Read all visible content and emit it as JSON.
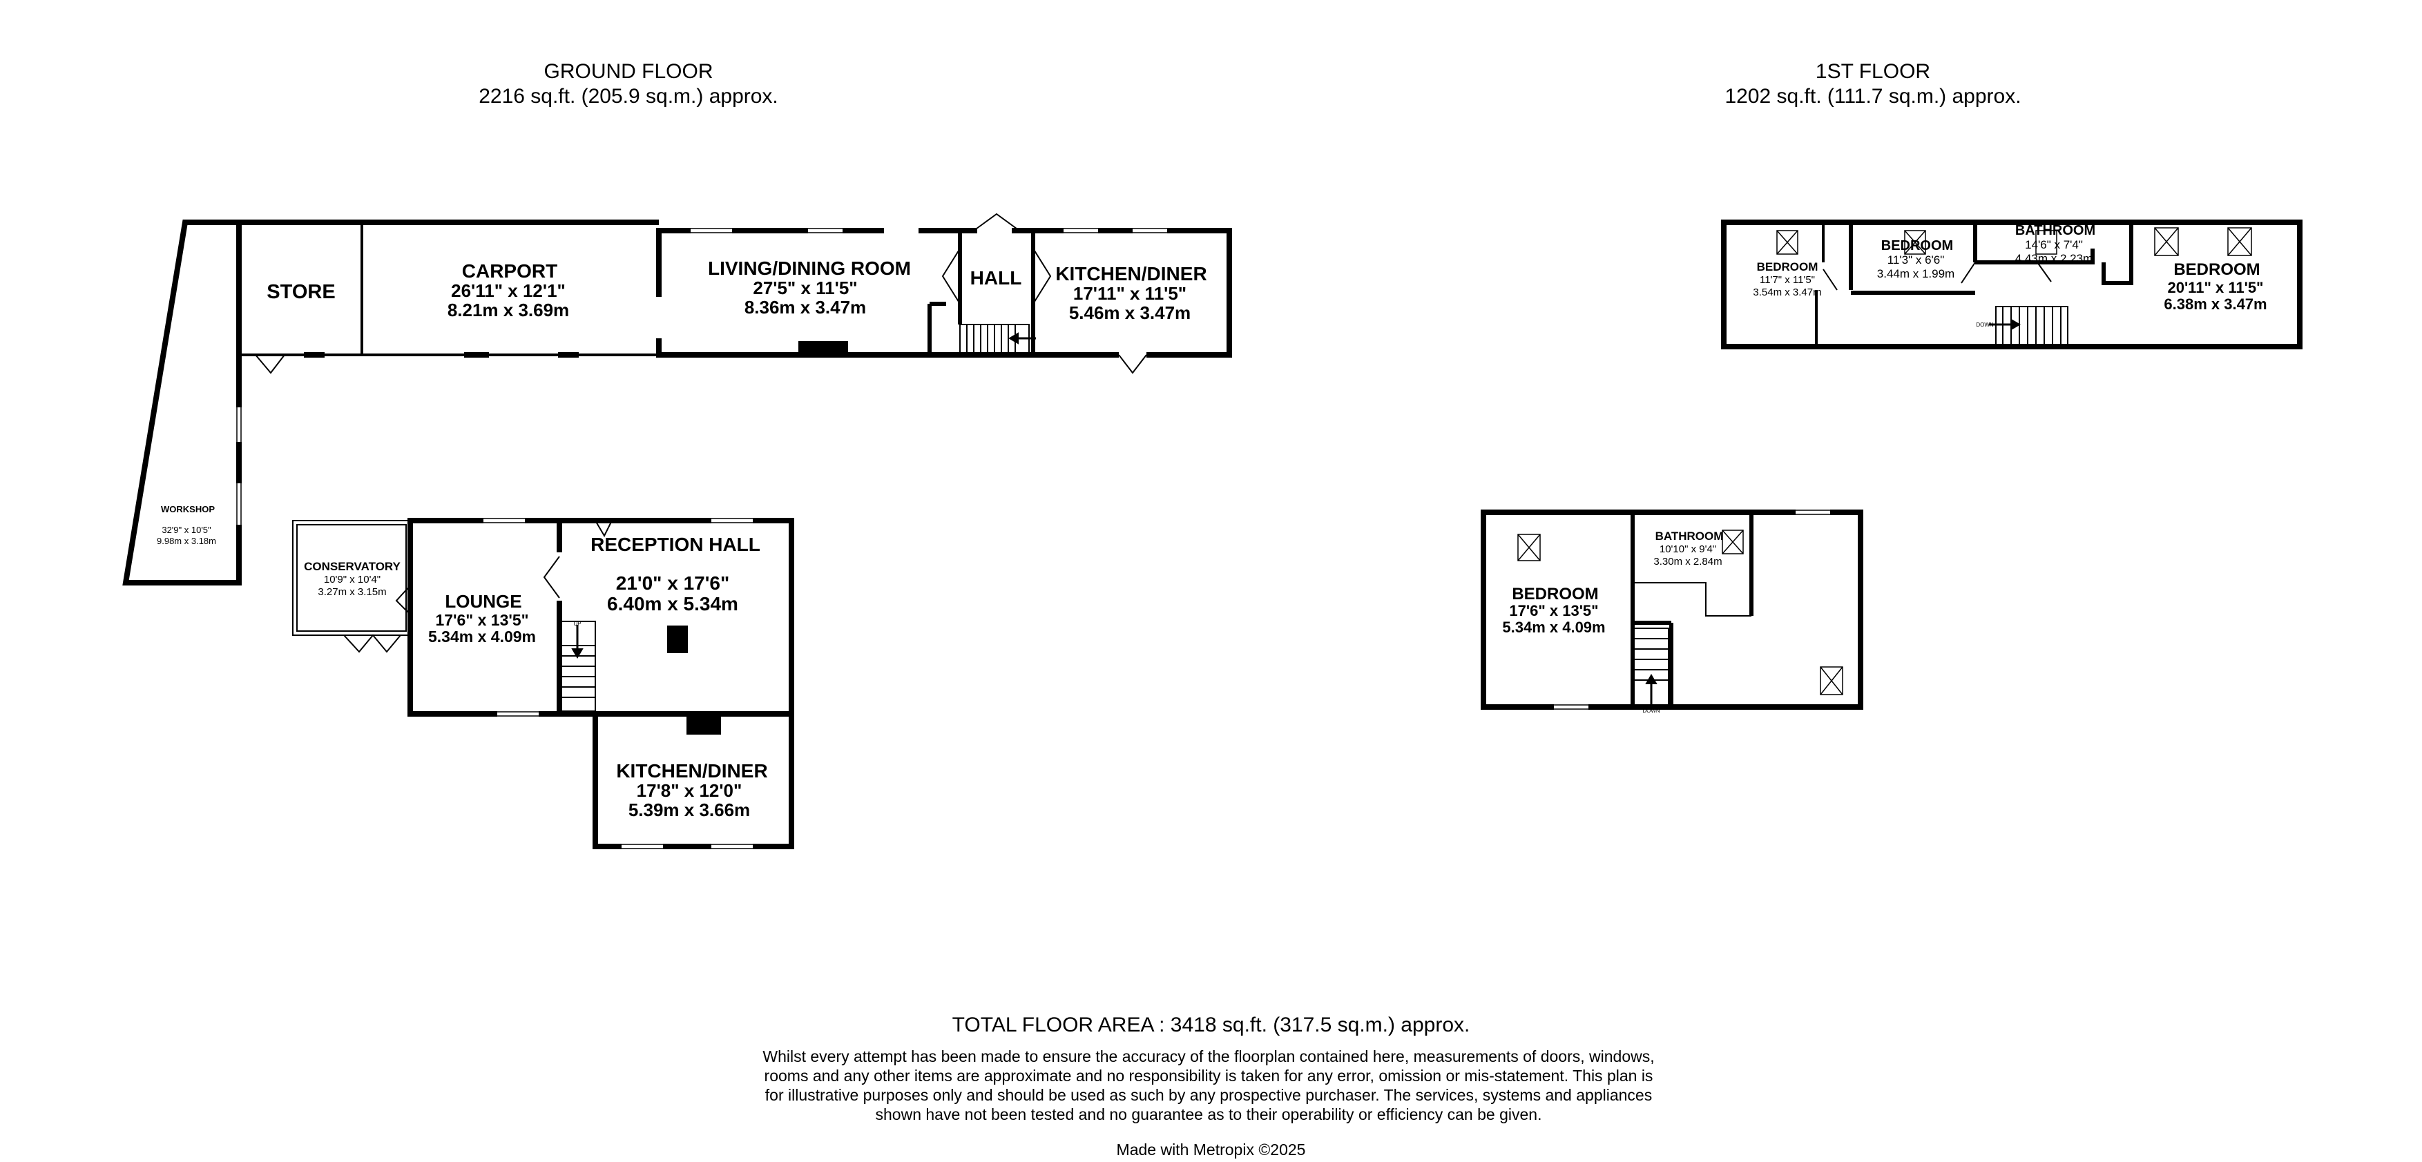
{
  "floors": {
    "ground": {
      "title": "GROUND FLOOR",
      "area": "2216 sq.ft. (205.9 sq.m.) approx."
    },
    "first": {
      "title": "1ST FLOOR",
      "area": "1202 sq.ft. (111.7 sq.m.) approx."
    }
  },
  "rooms": {
    "workshop": {
      "name": "WORKSHOP",
      "imperial": "32'9\"  x 10'5\"",
      "metric": "9.98m  x 3.18m"
    },
    "store": {
      "name": "STORE"
    },
    "carport": {
      "name": "CARPORT",
      "imperial": "26'11\"  x 12'1\"",
      "metric": "8.21m  x 3.69m"
    },
    "living": {
      "name": "LIVING/DINING ROOM",
      "imperial": "27'5\"  x 11'5\"",
      "metric": "8.36m  x 3.47m"
    },
    "hall": {
      "name": "HALL"
    },
    "kitchen1": {
      "name": "KITCHEN/DINER",
      "imperial": "17'11\"  x 11'5\"",
      "metric": "5.46m  x 3.47m"
    },
    "conservatory": {
      "name": "CONSERVATORY",
      "imperial": "10'9\"  x 10'4\"",
      "metric": "3.27m  x 3.15m"
    },
    "lounge": {
      "name": "LOUNGE",
      "imperial": "17'6\"  x 13'5\"",
      "metric": "5.34m  x 4.09m"
    },
    "reception": {
      "name": "RECEPTION HALL",
      "imperial": "21'0\"  x 17'6\"",
      "metric": "6.40m  x 5.34m"
    },
    "kitchen2": {
      "name": "KITCHEN/DINER",
      "imperial": "17'8\"  x 12'0\"",
      "metric": "5.39m  x 3.66m"
    },
    "bed1": {
      "name": "BEDROOM",
      "imperial": "11'7\"  x 11'5\"",
      "metric": "3.54m  x 3.47m"
    },
    "bed2": {
      "name": "BEDROOM",
      "imperial": "11'3\"  x 6'6\"",
      "metric": "3.44m  x 1.99m"
    },
    "bath1": {
      "name": "BATHROOM",
      "imperial": "14'6\"  x 7'4\"",
      "metric": "4.43m  x 2.23m"
    },
    "bed3": {
      "name": "BEDROOM",
      "imperial": "20'11\"  x 11'5\"",
      "metric": "6.38m  x 3.47m"
    },
    "bed4": {
      "name": "BEDROOM",
      "imperial": "17'6\"  x 13'5\"",
      "metric": "5.34m  x 4.09m"
    },
    "bath2": {
      "name": "BATHROOM",
      "imperial": "10'10\"  x 9'4\"",
      "metric": "3.30m  x 2.84m"
    }
  },
  "stair_marks": {
    "up": "UP",
    "down": "DOWN"
  },
  "footer": {
    "total": "TOTAL FLOOR AREA : 3418 sq.ft. (317.5 sq.m.) approx.",
    "disclaimer": "Whilst every attempt has been made to ensure the accuracy of the floorplan contained here, measurements of doors, windows, rooms and any other items are approximate and no responsibility is taken for any error, omission or mis-statement. This plan is for illustrative purposes only and should be used as such by any prospective purchaser. The services, systems and appliances shown have not been tested and no guarantee as to their operability or efficiency can be given.",
    "credit": "Made with Metropix ©2025"
  }
}
